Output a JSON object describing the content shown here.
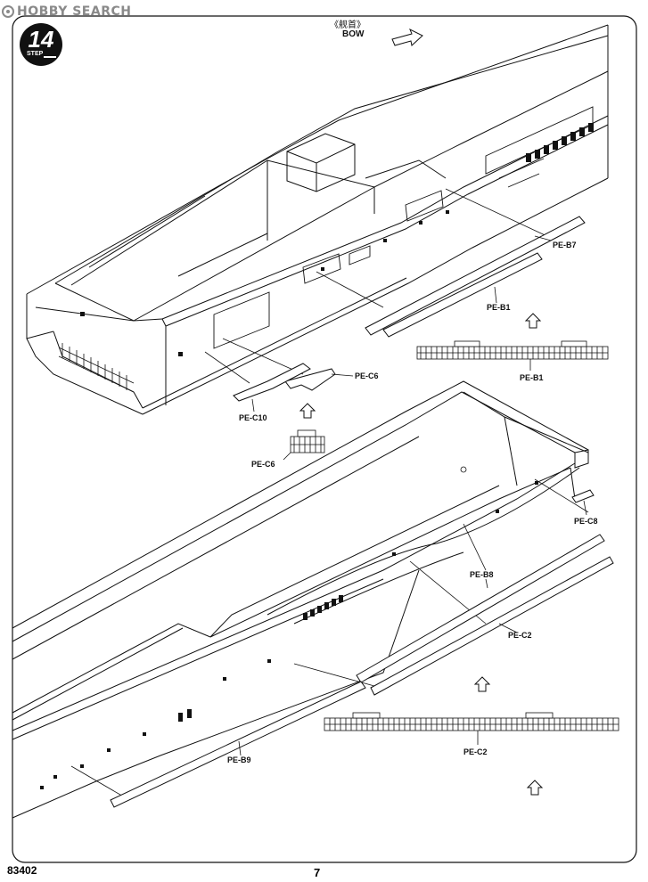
{
  "watermark": {
    "text": "HOBBY SEARCH"
  },
  "step": {
    "number": "14",
    "word": "STEP"
  },
  "bow": {
    "jp": "《舰首》",
    "en": "BOW"
  },
  "labels": {
    "pe_b7": "PE-B7",
    "pe_b1_top": "PE-B1",
    "pe_b1_detail": "PE-B1",
    "pe_c6_top": "PE-C6",
    "pe_c10": "PE-C10",
    "pe_c6_detail": "PE-C6",
    "pe_c8": "PE-C8",
    "pe_b8": "PE-B8",
    "pe_c2_top": "PE-C2",
    "pe_b9": "PE-B9",
    "pe_c2_detail": "PE-C2"
  },
  "footer": {
    "code": "83402",
    "page": "7"
  }
}
